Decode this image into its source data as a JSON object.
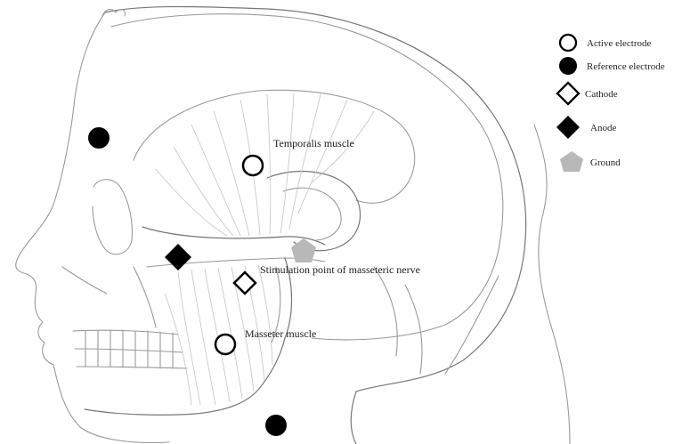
{
  "legend": {
    "items": [
      {
        "label": "Active electrode",
        "symbol": "open-circle"
      },
      {
        "label": "Reference electrode",
        "symbol": "filled-circle"
      },
      {
        "label": "Cathode",
        "symbol": "open-diamond"
      },
      {
        "label": "Anode",
        "symbol": "filled-diamond"
      },
      {
        "label": "Ground",
        "symbol": "gray-pentagon"
      }
    ]
  },
  "labels": {
    "temporalis": "Temporalis muscle",
    "stimulation": "Stimulation point of masseteric nerve",
    "masseter": "Masseter muscle"
  },
  "colors": {
    "marker_stroke": "#000000",
    "marker_fill": "#000000",
    "ground": "#b8b8b8",
    "outline": "#9a9a9a"
  }
}
